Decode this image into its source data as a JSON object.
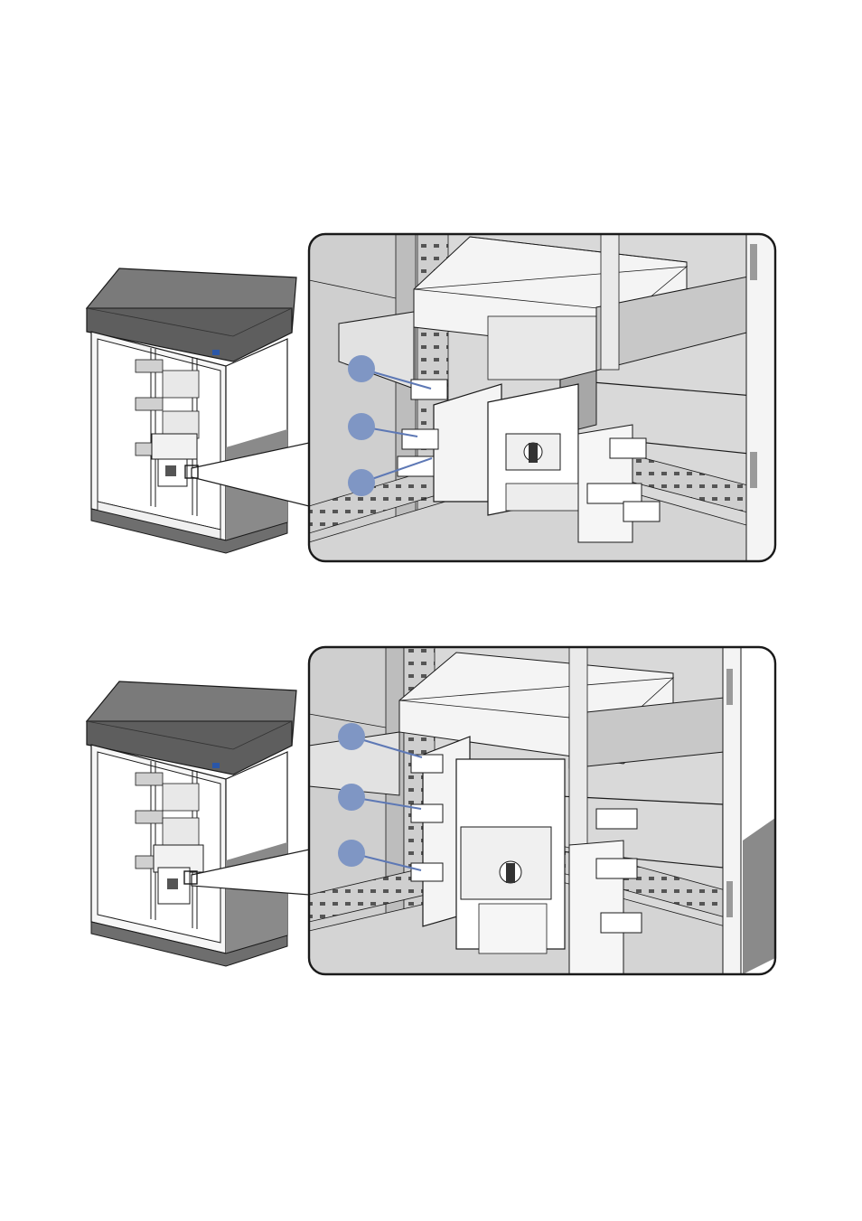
{
  "colors": {
    "background": "#ffffff",
    "panel_fill": "#d9d9d9",
    "panel_border": "#1a1a1a",
    "roof": "#6b6b6b",
    "cabinet_line": "#1a1a1a",
    "callout_fill": "#7f96c4",
    "callout_line": "#5d78b5",
    "metal_light": "#f4f4f4",
    "metal_mid": "#bfbfbf"
  },
  "figures": [
    {
      "id": "top",
      "callout_count": 3
    },
    {
      "id": "bottom",
      "callout_count": 3
    }
  ]
}
